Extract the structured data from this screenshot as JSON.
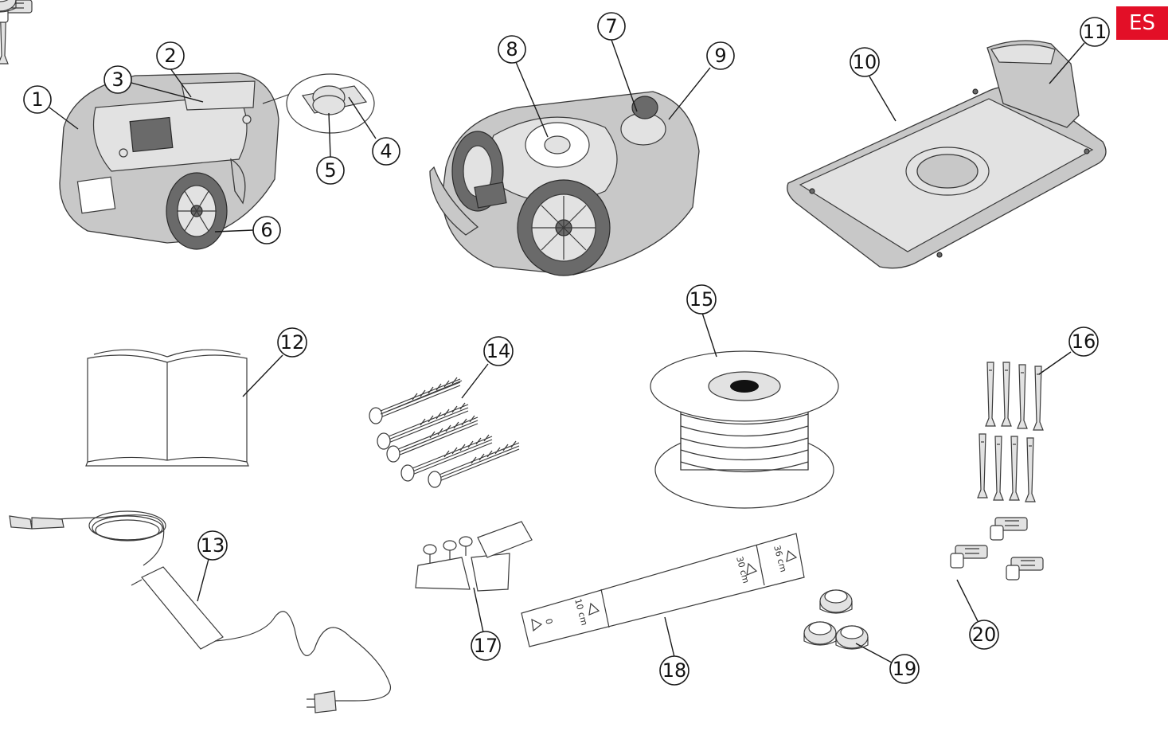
{
  "language_badge": "ES",
  "callouts": [
    "1",
    "2",
    "3",
    "4",
    "5",
    "6",
    "7",
    "8",
    "9",
    "10",
    "11",
    "12",
    "13",
    "14",
    "15",
    "16",
    "17",
    "18",
    "19",
    "20"
  ],
  "tape_labels": [
    "0",
    "10 cm",
    "30 cm",
    "36 cm"
  ],
  "colors": {
    "badge": "#e30f27",
    "parts": "#c8c8c8",
    "outline": "#3a3a3a"
  }
}
